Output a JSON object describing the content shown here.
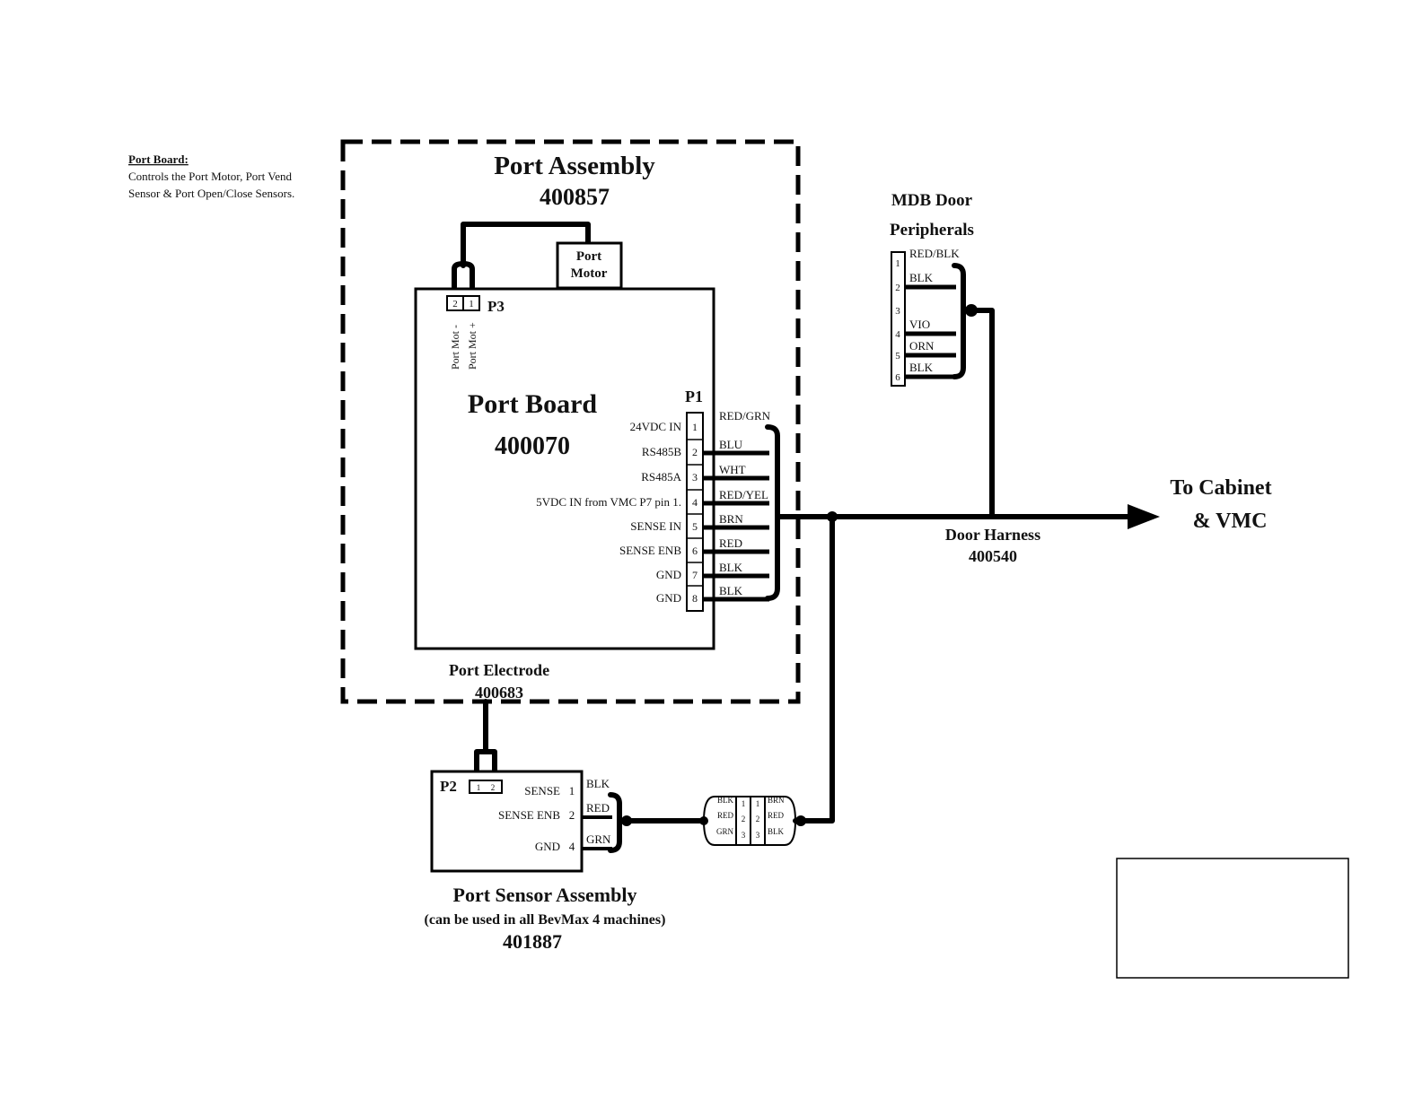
{
  "note": {
    "title": "Port Board:",
    "lines": [
      "Controls the Port Motor, Port Vend",
      "Sensor & Port Open/Close Sensors."
    ]
  },
  "port_assembly": {
    "title": "Port Assembly",
    "part": "400857"
  },
  "port_motor": {
    "line1": "Port",
    "line2": "Motor"
  },
  "p3": {
    "label": "P3",
    "pin2": "2",
    "pin1": "1",
    "sig_a": "Port Mot -",
    "sig_b": "Port Mot +"
  },
  "port_board": {
    "title": "Port Board",
    "part": "400070"
  },
  "p1": {
    "label": "P1",
    "pins": [
      {
        "num": "1",
        "signal": "24VDC IN",
        "wire": "RED/GRN"
      },
      {
        "num": "2",
        "signal": "RS485B",
        "wire": "BLU"
      },
      {
        "num": "3",
        "signal": "RS485A",
        "wire": "WHT"
      },
      {
        "num": "4",
        "signal": "5VDC IN from VMC P7 pin 1.",
        "wire": "RED/YEL"
      },
      {
        "num": "5",
        "signal": "SENSE IN",
        "wire": "BRN"
      },
      {
        "num": "6",
        "signal": "SENSE ENB",
        "wire": "RED"
      },
      {
        "num": "7",
        "signal": "GND",
        "wire": "BLK"
      },
      {
        "num": "8",
        "signal": "GND",
        "wire": "BLK"
      }
    ]
  },
  "port_electrode": {
    "title": "Port Electrode",
    "part": "400683"
  },
  "mdb": {
    "line1": "MDB Door",
    "line2": "Peripherals",
    "pins": [
      "1",
      "2",
      "3",
      "4",
      "5",
      "6"
    ],
    "wires": [
      "RED/BLK",
      "BLK",
      "VIO",
      "ORN",
      "BLK"
    ]
  },
  "door_harness": {
    "title": "Door Harness",
    "part": "400540"
  },
  "destination": {
    "line1": "To Cabinet",
    "line2": "& VMC"
  },
  "p2": {
    "label": "P2",
    "pin_a": "1",
    "pin_b": "2",
    "pins": [
      {
        "num": "1",
        "signal": "SENSE",
        "wire": "BLK"
      },
      {
        "num": "2",
        "signal": "SENSE ENB",
        "wire": "RED"
      },
      {
        "num": "4",
        "signal": "GND",
        "wire": "GRN"
      }
    ]
  },
  "inline_connector": {
    "left_wires": [
      "BLK",
      "RED",
      "GRN"
    ],
    "right_wires": [
      "BRN",
      "RED",
      "BLK"
    ],
    "left_pins": [
      "1",
      "2",
      "3"
    ],
    "right_pins": [
      "1",
      "2",
      "3"
    ]
  },
  "port_sensor": {
    "title": "Port Sensor Assembly",
    "subtitle": "(can be used in all BevMax 4 machines)",
    "part": "401887"
  }
}
